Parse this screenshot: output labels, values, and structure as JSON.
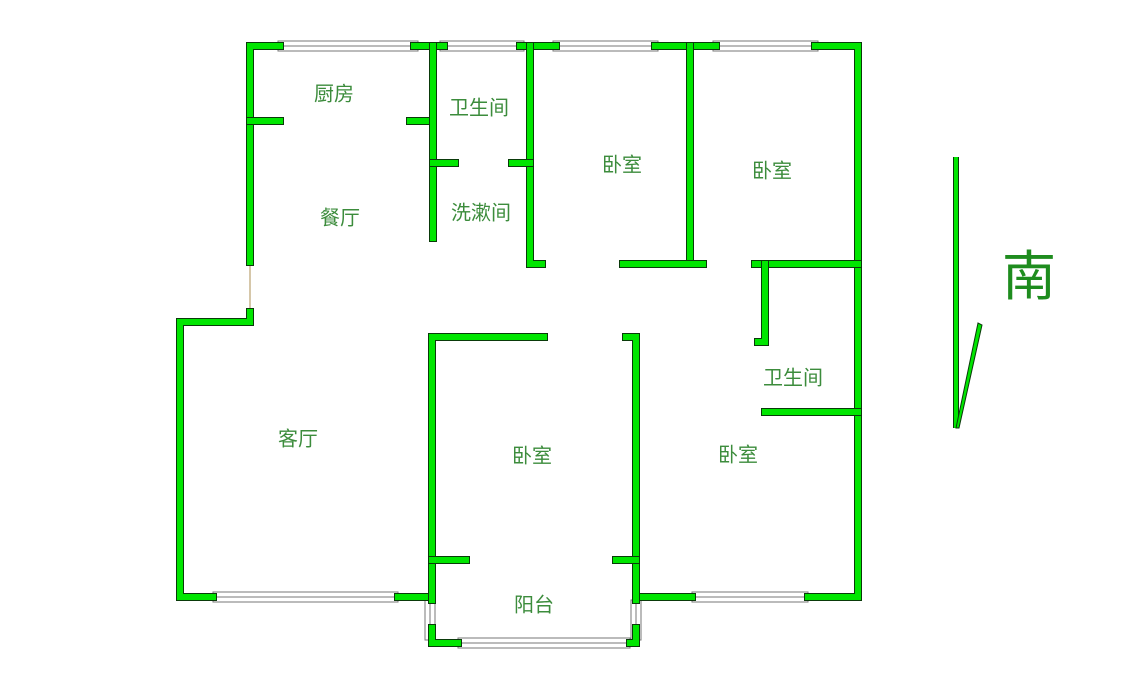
{
  "rooms": {
    "kitchen": "厨房",
    "bathroom_north": "卫生间",
    "bedroom_north_1": "卧室",
    "bedroom_north_2": "卧室",
    "dining": "餐厅",
    "washroom": "洗漱间",
    "living": "客厅",
    "bedroom_south_1": "卧室",
    "bedroom_south_2": "卧室",
    "bathroom_east": "卫生间",
    "balcony": "阳台"
  },
  "compass": {
    "label": "南",
    "icon": "arrow-south-icon"
  },
  "colors": {
    "wall": "#00e600",
    "text": "#3c8c3c",
    "window": "#777777"
  }
}
